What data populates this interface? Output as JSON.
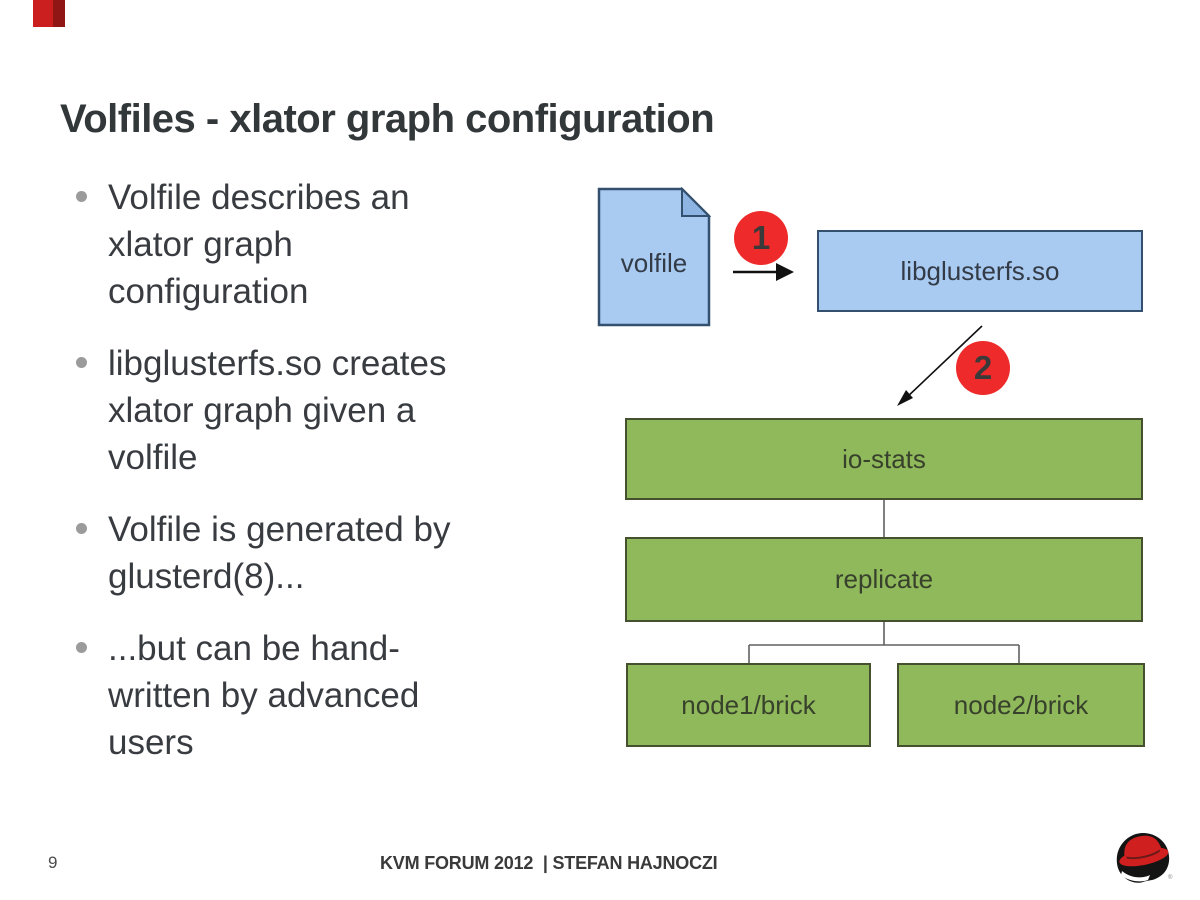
{
  "slide": {
    "title": "Volfiles - xlator graph configuration",
    "bullets": [
      "Volfile describes an\nxlator graph\nconfiguration",
      "libglusterfs.so creates\nxlator graph given a\nvolfile",
      "Volfile is generated by\nglusterd(8)...",
      "...but can be hand-\nwritten by advanced\nusers"
    ],
    "footer": {
      "page_number": "9",
      "credit": "KVM FORUM 2012  | STEFAN HAJNOCZI"
    }
  },
  "diagram": {
    "volfile_label": "volfile",
    "step1_badge": "1",
    "step2_badge": "2",
    "libglusterfs_label": "libglusterfs.so",
    "iostats_label": "io-stats",
    "replicate_label": "replicate",
    "node1_label": "node1/brick",
    "node2_label": "node2/brick"
  },
  "icons": {
    "footer_logo": "redhat-shadowman-logo",
    "top_left_flag": "redhat-flag-ribbon"
  },
  "colors": {
    "blue_fill": "#a9cbf1",
    "blue_border": "#33506e",
    "green_fill": "#90b95b",
    "green_border": "#45502f",
    "badge_red": "#ee2a2a",
    "flag_red": "#cb1e1e",
    "flag_dark_red": "#901515",
    "title_text": "#32373a",
    "body_text": "#383c40",
    "bullet_gray": "#9b9b9b"
  }
}
